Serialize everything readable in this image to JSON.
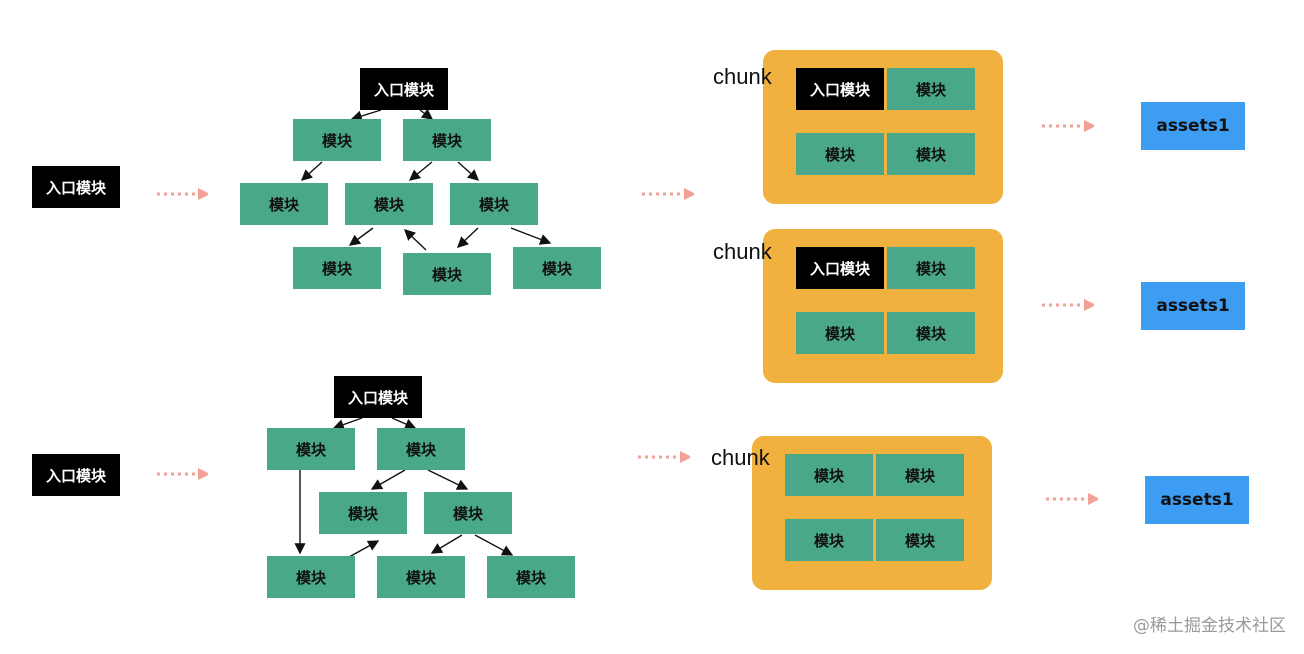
{
  "labels": {
    "entry_module": "入口模块",
    "module": "模块",
    "chunk": "chunk",
    "assets": "assets1"
  },
  "watermark": "@稀土掘金技术社区",
  "colors": {
    "module_fill": "#4aa88a",
    "entry_fill": "#000000",
    "chunk_fill": "#f1b13f",
    "assets_fill": "#3d9df3",
    "dotted_arrow": "#f2a195"
  }
}
